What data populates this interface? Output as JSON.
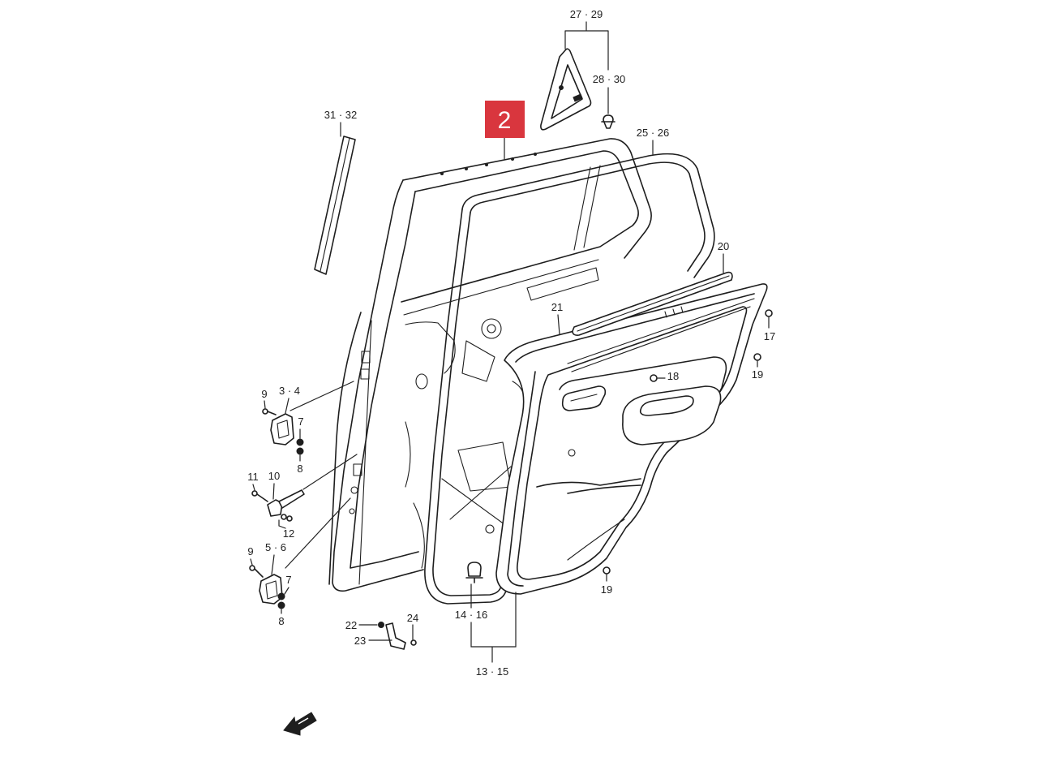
{
  "diagram": {
    "highlight_color": "#d9363e",
    "callouts": {
      "c27_29": "27 · 29",
      "c28_30": "28 · 30",
      "c2": "2",
      "c31_32": "31 · 32",
      "c25_26": "25 · 26",
      "c20": "20",
      "c21": "21",
      "c17": "17",
      "c19_upper": "19",
      "c18": "18",
      "c9_upper": "9",
      "c3_4": "3 · 4",
      "c7_upper": "7",
      "c8_upper": "8",
      "c11": "11",
      "c10": "10",
      "c12": "12",
      "c9_lower": "9",
      "c5_6": "5 · 6",
      "c7_lower": "7",
      "c8_lower": "8",
      "c19_lower": "19",
      "c14_16": "14 · 16",
      "c22": "22",
      "c24": "24",
      "c23": "23",
      "c13_15": "13 · 15"
    },
    "icons": {
      "front_arrow": "front-direction-arrow-icon"
    }
  }
}
